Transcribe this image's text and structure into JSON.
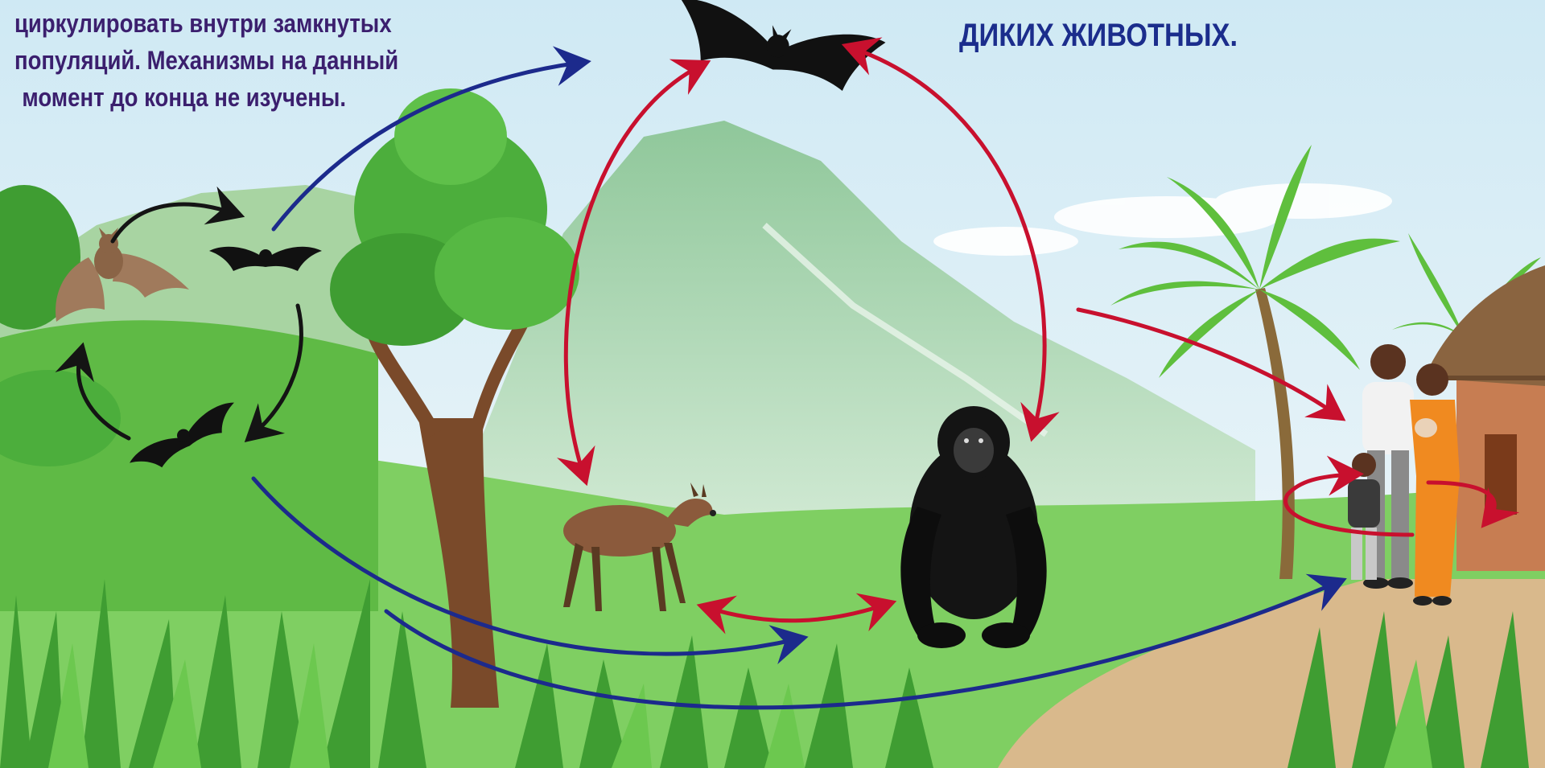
{
  "captions": {
    "left_lines": [
      "циркулировать внутри замкнутых",
      "популяций. Механизмы на данный",
      "момент до конца не изучены."
    ],
    "top_right": "ДИКИХ ЖИВОТНЫХ."
  },
  "colors": {
    "transmission_blue": "#1c2a8c",
    "transmission_red": "#c8102e",
    "cycle_black": "#141414",
    "caption_purple": "#3b1f6e",
    "caption_blue": "#1b2d8c"
  },
  "scene_elements": [
    "fruit-bat-icon",
    "bat-icon",
    "duiker-icon",
    "chimpanzee-icon",
    "human-family-icon",
    "hut-icon",
    "palm-tree-icon",
    "mountain-icon"
  ]
}
